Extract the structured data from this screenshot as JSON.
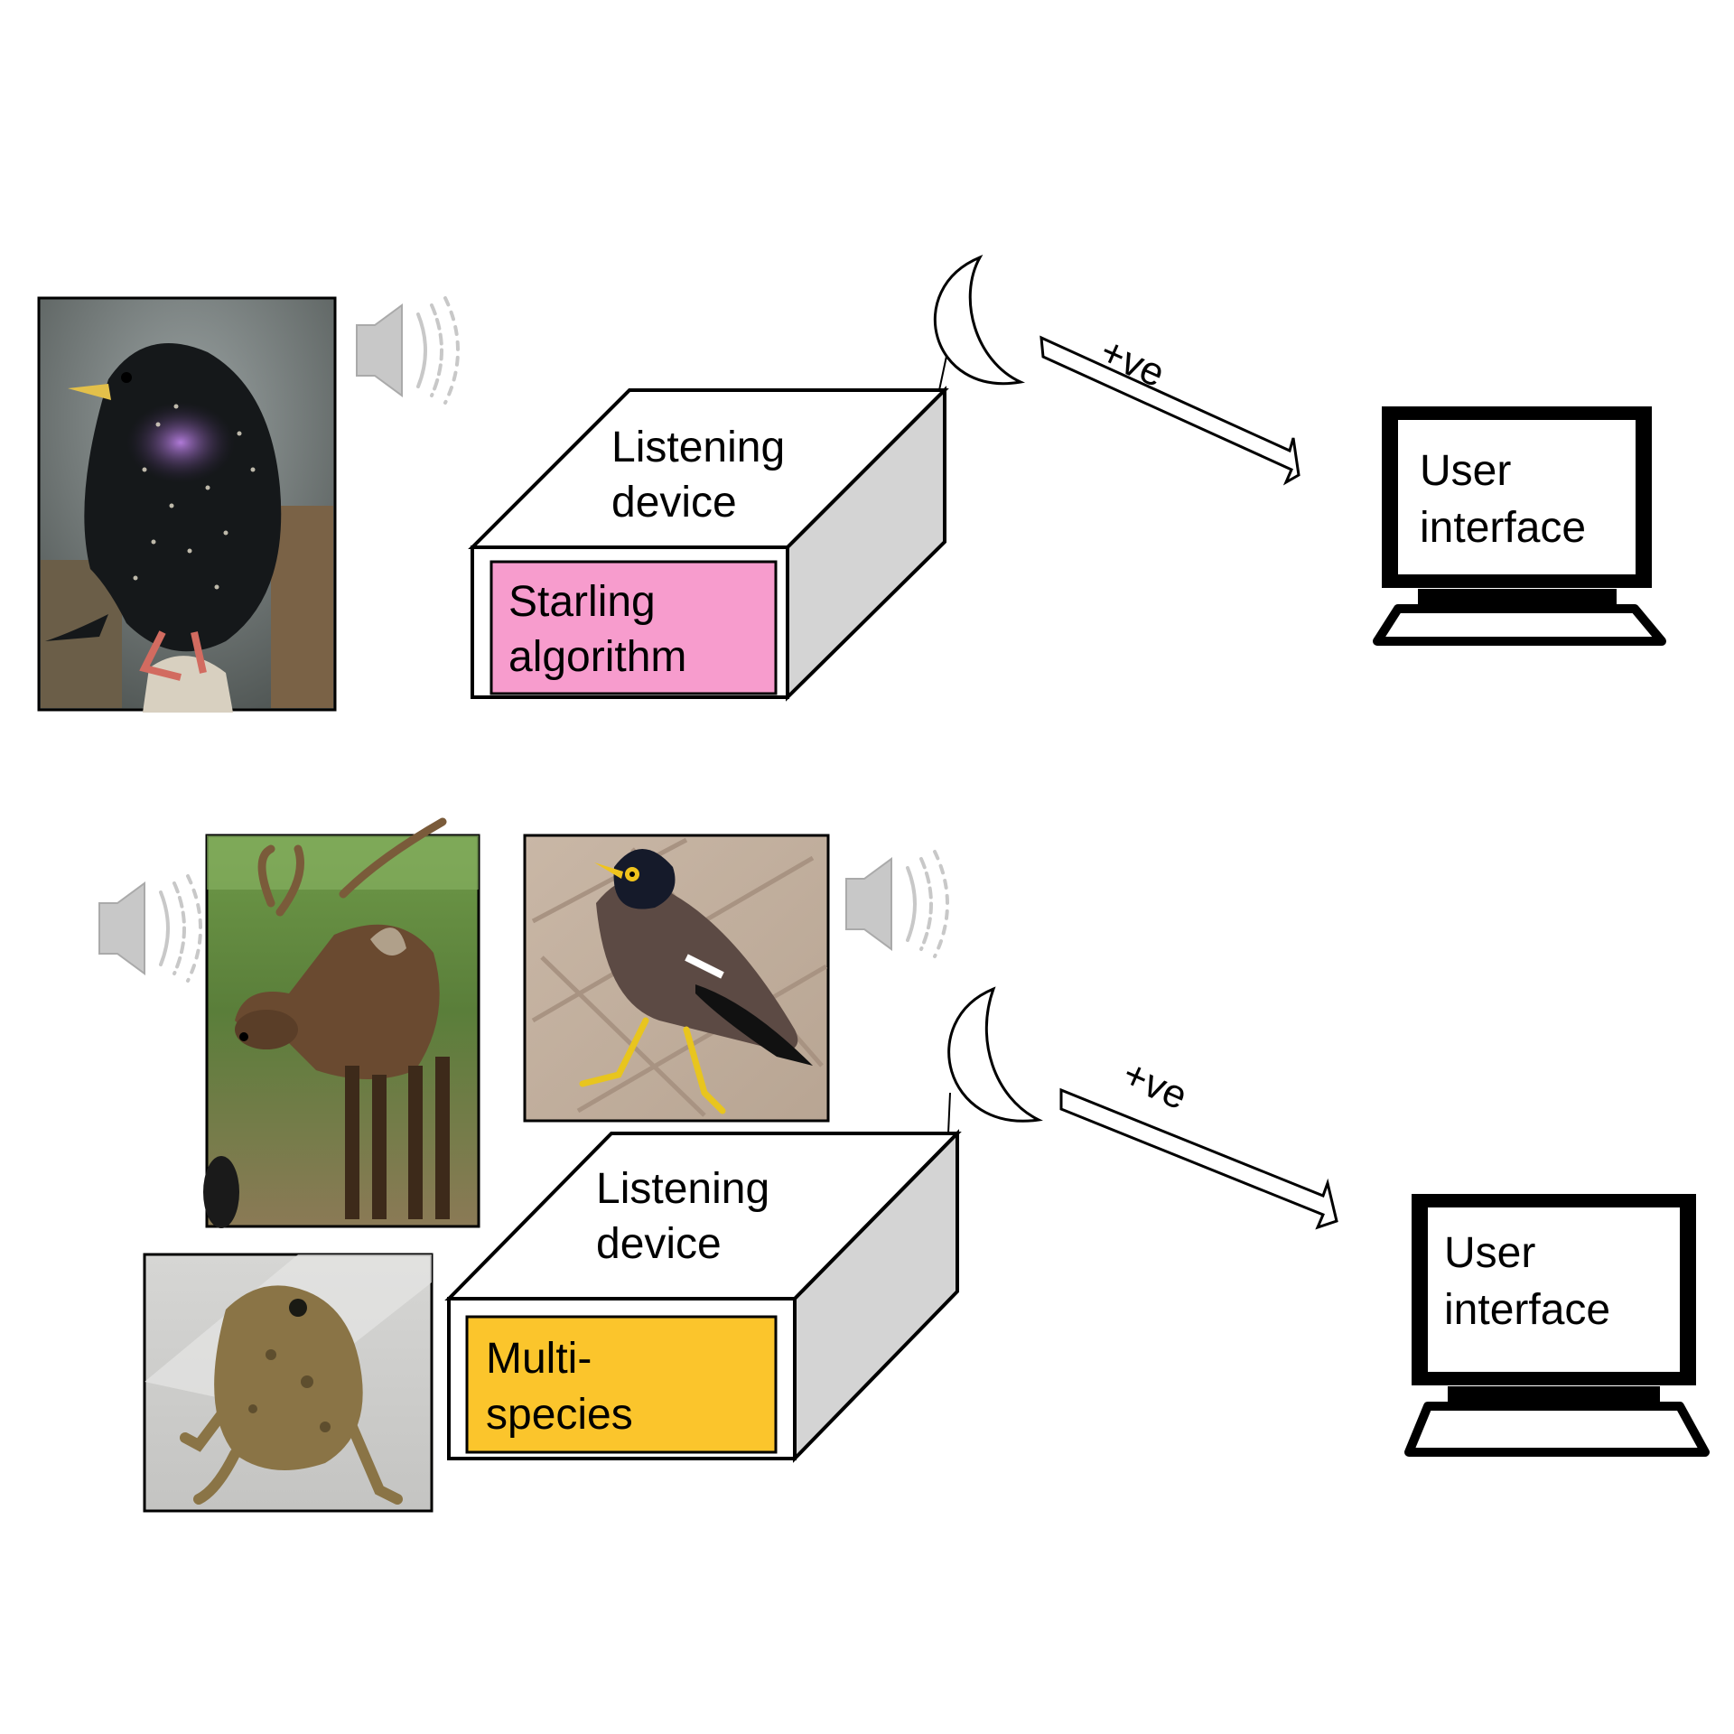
{
  "top_system": {
    "device_label_line1": "Listening",
    "device_label_line2": "device",
    "algorithm_label_line1": "Starling",
    "algorithm_label_line2": "algorithm",
    "arrow_label": "+ve",
    "ui_label_line1": "User",
    "ui_label_line2": "interface"
  },
  "bottom_system": {
    "device_label_line1": "Listening",
    "device_label_line2": "device",
    "algorithm_label_line1": "Multi-",
    "algorithm_label_line2": "species",
    "arrow_label": "+ve",
    "ui_label_line1": "User",
    "ui_label_line2": "interface"
  },
  "photos": {
    "starling": "starling",
    "deer": "deer",
    "myna": "myna",
    "toad": "toad"
  },
  "colors": {
    "starling_panel": "#f79ccd",
    "multispecies_panel": "#fbc52c",
    "box_side": "#d4d4d4",
    "speaker": "#c8c8c8"
  }
}
